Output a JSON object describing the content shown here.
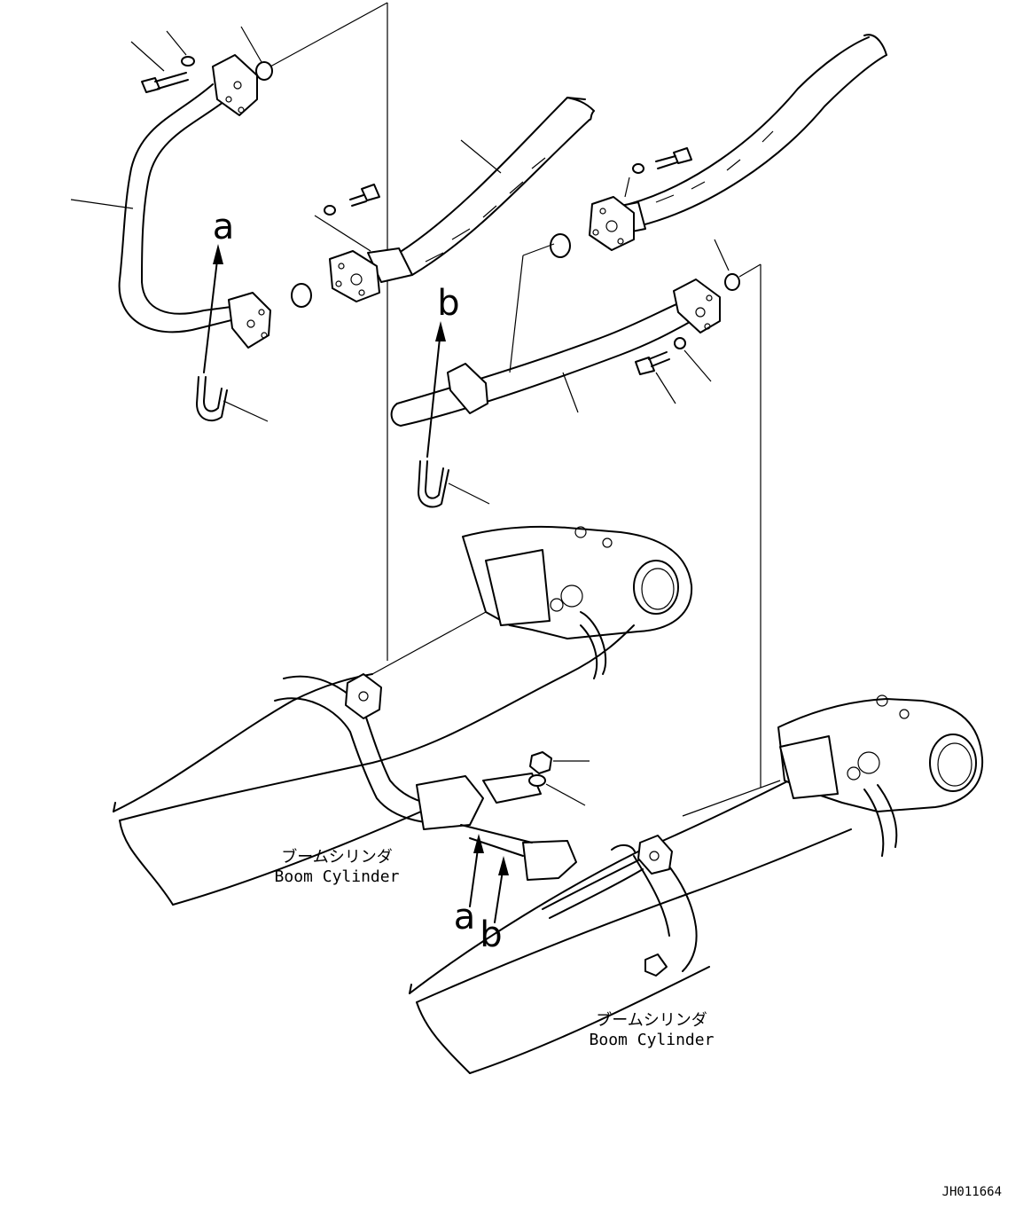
{
  "labels": {
    "detail_a": "a",
    "detail_b": "b",
    "detail_a_lower": "a",
    "detail_b_lower": "b"
  },
  "cylinder_left": {
    "jp": "ブームシリンダ",
    "en": "Boom Cylinder"
  },
  "cylinder_right": {
    "jp": "ブームシリンダ",
    "en": "Boom Cylinder"
  },
  "drawing_id": "JH011664"
}
